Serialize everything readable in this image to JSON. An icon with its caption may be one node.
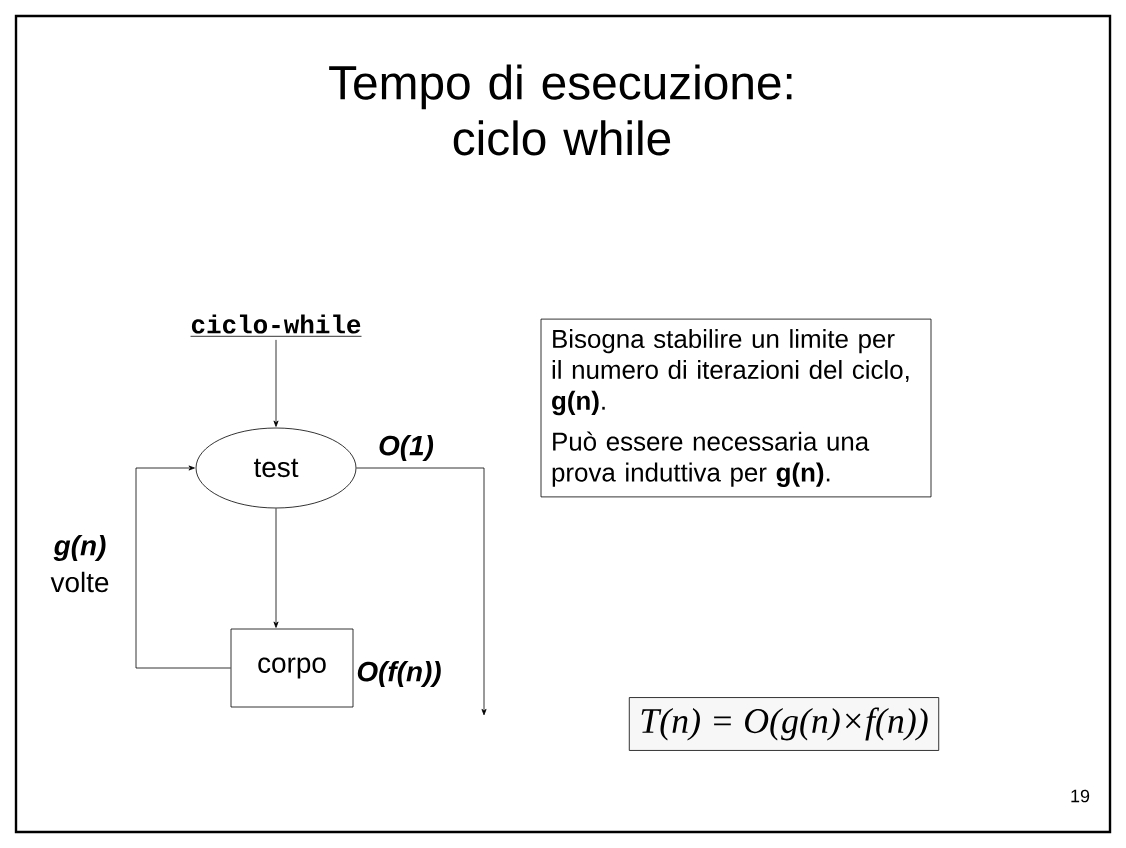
{
  "diagram": {
    "title": "Tempo di esecuzione: ciclo while",
    "nodes": [
      {
        "text": [
          "ciclo-while"
        ]
      },
      {
        "text": [
          "test"
        ]
      },
      {
        "text": [
          "corpo"
        ]
      },
      {
        "text": [
          "Bisogna stabilire un limite per il numero di iterazioni del ciclo, **g(n)**.",
          "Può essere necessaria una prova induttiva per **g(n)**."
        ]
      },
      {
        "text": [
          "T(n) = O(g(n)×f(n))"
        ]
      }
    ],
    "edges": [
      {
        "from": 0,
        "to": 1,
        "arrow": "to"
      },
      {
        "from": 1,
        "to": 2,
        "arrow": "to"
      },
      {
        "from": 2,
        "to": 1,
        "arrow": "to"
      },
      {
        "from": 1,
        "to": null,
        "arrow": "to"
      }
    ],
    "labels": [
      "O(1)",
      "g(n)",
      "volte",
      "O(f(n))",
      "19"
    ]
  }
}
